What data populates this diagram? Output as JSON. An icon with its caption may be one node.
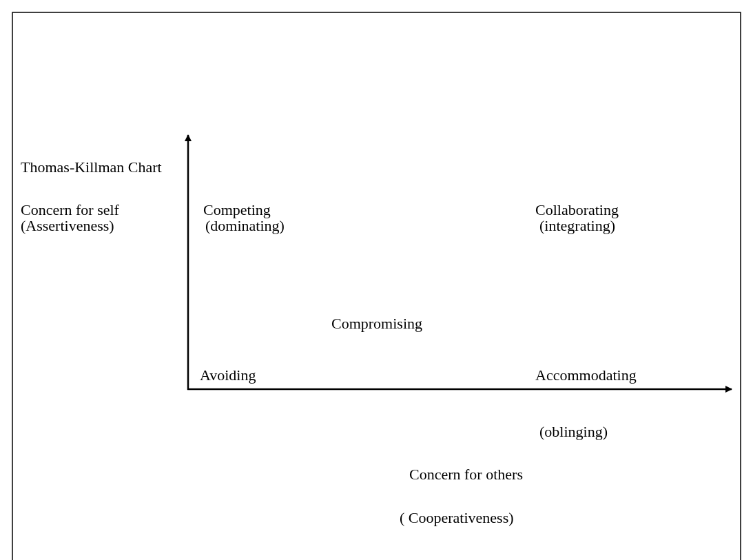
{
  "diagram": {
    "title": "Thomas-Killman Chart",
    "labels": [
      "Concern for self",
      "Competing",
      "Collaborating",
      "(Assertiveness)",
      "(dominating)",
      "(integrating)",
      "Compromising",
      "Avoiding",
      "Accommodating",
      "(oblinging)",
      "Concern for others",
      "( Cooperativeness)"
    ]
  }
}
